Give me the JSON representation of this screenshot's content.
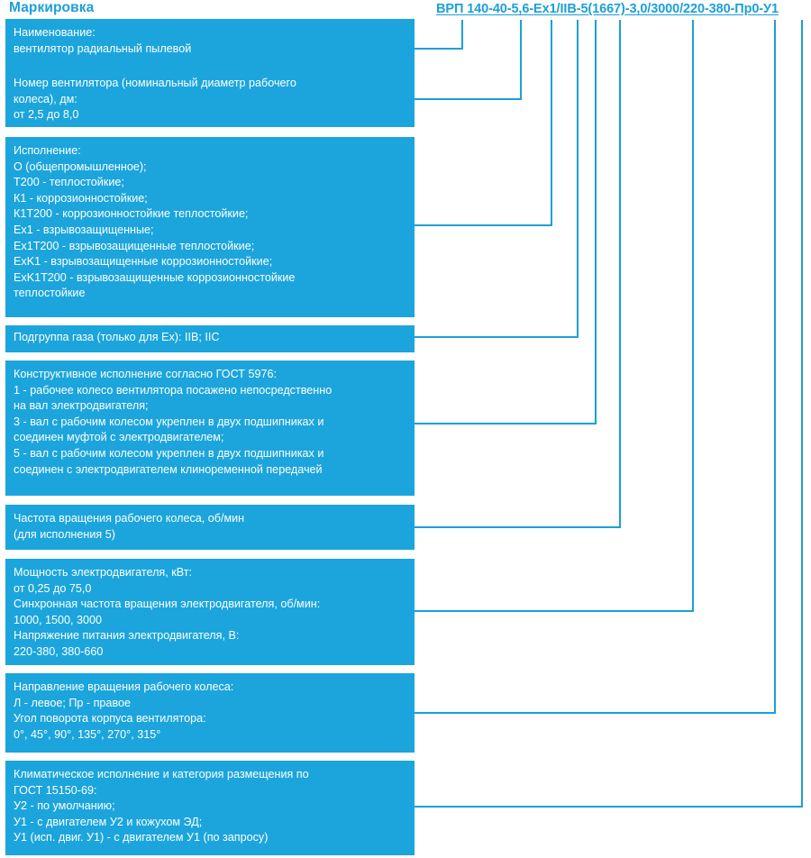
{
  "title": "Маркировка",
  "accent_color": "#1ca0d8",
  "box_color": "#1ca5dc",
  "text_color": "#ffffff",
  "marking": {
    "code": "ВРП 140-40-5,6-Ex1/IIB-5(1667)-3,0/3000/220-380-Пр0-У1",
    "underlined": true,
    "segments": [
      "ВРП",
      "140-40",
      "5,6",
      "Ex1",
      "IIB",
      "5",
      "(1667)",
      "3,0",
      "3000",
      "220-380",
      "Пр",
      "0",
      "У1"
    ]
  },
  "boxes": [
    {
      "id": "naimenovanie",
      "name": "Наименование",
      "lines": [
        "Наименование:",
        "вентилятор радиальный пылевой"
      ]
    },
    {
      "id": "nomer-ventilyatora",
      "name": "Номер вентилятора",
      "lines": [
        "Номер вентилятора (номинальный диаметр рабочего",
        "колеса), дм:",
        "от 2,5 до 8,0"
      ]
    },
    {
      "id": "ispolnenie",
      "name": "Исполнение",
      "lines": [
        "Исполнение:",
        "О (общепромышленное);",
        "Т200 - теплостойкие;",
        "К1 - коррозионностойкие;",
        "К1Т200 - коррозионностойкие теплостойкие;",
        "Ex1 - взрывозащищенные;",
        "Ex1T200 - взрывозащищенные теплостойкие;",
        "ExK1 - взрывозащищенные коррозионностойкие;",
        "ExK1T200 - взрывозащищенные коррозионностойкие",
        "теплостойкие"
      ]
    },
    {
      "id": "podgruppa-gaza",
      "name": "Подгруппа газа",
      "lines": [
        "Подгруппа газа (только для Ex): IIB; IIC"
      ]
    },
    {
      "id": "konstruktivnoe-ispolnenie",
      "name": "Конструктивное исполнение",
      "lines": [
        "Конструктивное исполнение согласно ГОСТ 5976:",
        "1 - рабочее колесо вентилятора посажено непосредственно",
        "на вал электродвигателя;",
        "3 - вал с рабочим колесом укреплен в двух подшипниках и",
        "соединен муфтой с электродвигателем;",
        "5 - вал с рабочим колесом укреплен в двух подшипниках и",
        "соединен с электродвигателем клиноременной передачей"
      ]
    },
    {
      "id": "chastota-vrashcheniya",
      "name": "Частота вращения рабочего колеса",
      "lines": [
        "Частота вращения рабочего колеса, об/мин",
        "(для исполнения 5)"
      ]
    },
    {
      "id": "moshchnost-elektrodvigatelya",
      "name": "Мощность электродвигателя",
      "lines": [
        "Мощность электродвигателя, кВт:",
        "от 0,25 до 75,0",
        "Синхронная частота вращения электродвигателя, об/мин:",
        "1000, 1500, 3000",
        "Напряжение питания электродвигателя, В:",
        "220-380, 380-660"
      ]
    },
    {
      "id": "napravlenie-vrashcheniya",
      "name": "Направление вращения рабочего колеса",
      "lines": [
        "Направление вращения рабочего колеса:",
        "Л - левое; Пр - правое",
        "Угол поворота корпуса вентилятора:",
        "0°, 45°, 90°, 135°, 270°, 315°"
      ]
    },
    {
      "id": "klimaticheskoe-ispolnenie",
      "name": "Климатическое исполнение",
      "lines": [
        "Климатическое исполнение и категория размещения по",
        "ГОСТ 15150-69:",
        "У2 - по умолчанию;",
        "У1 - с двигателем У2 и кожухом ЭД;",
        "У1 (исп. двиг. У1) - с двигателем У1 (по запросу)"
      ]
    }
  ]
}
